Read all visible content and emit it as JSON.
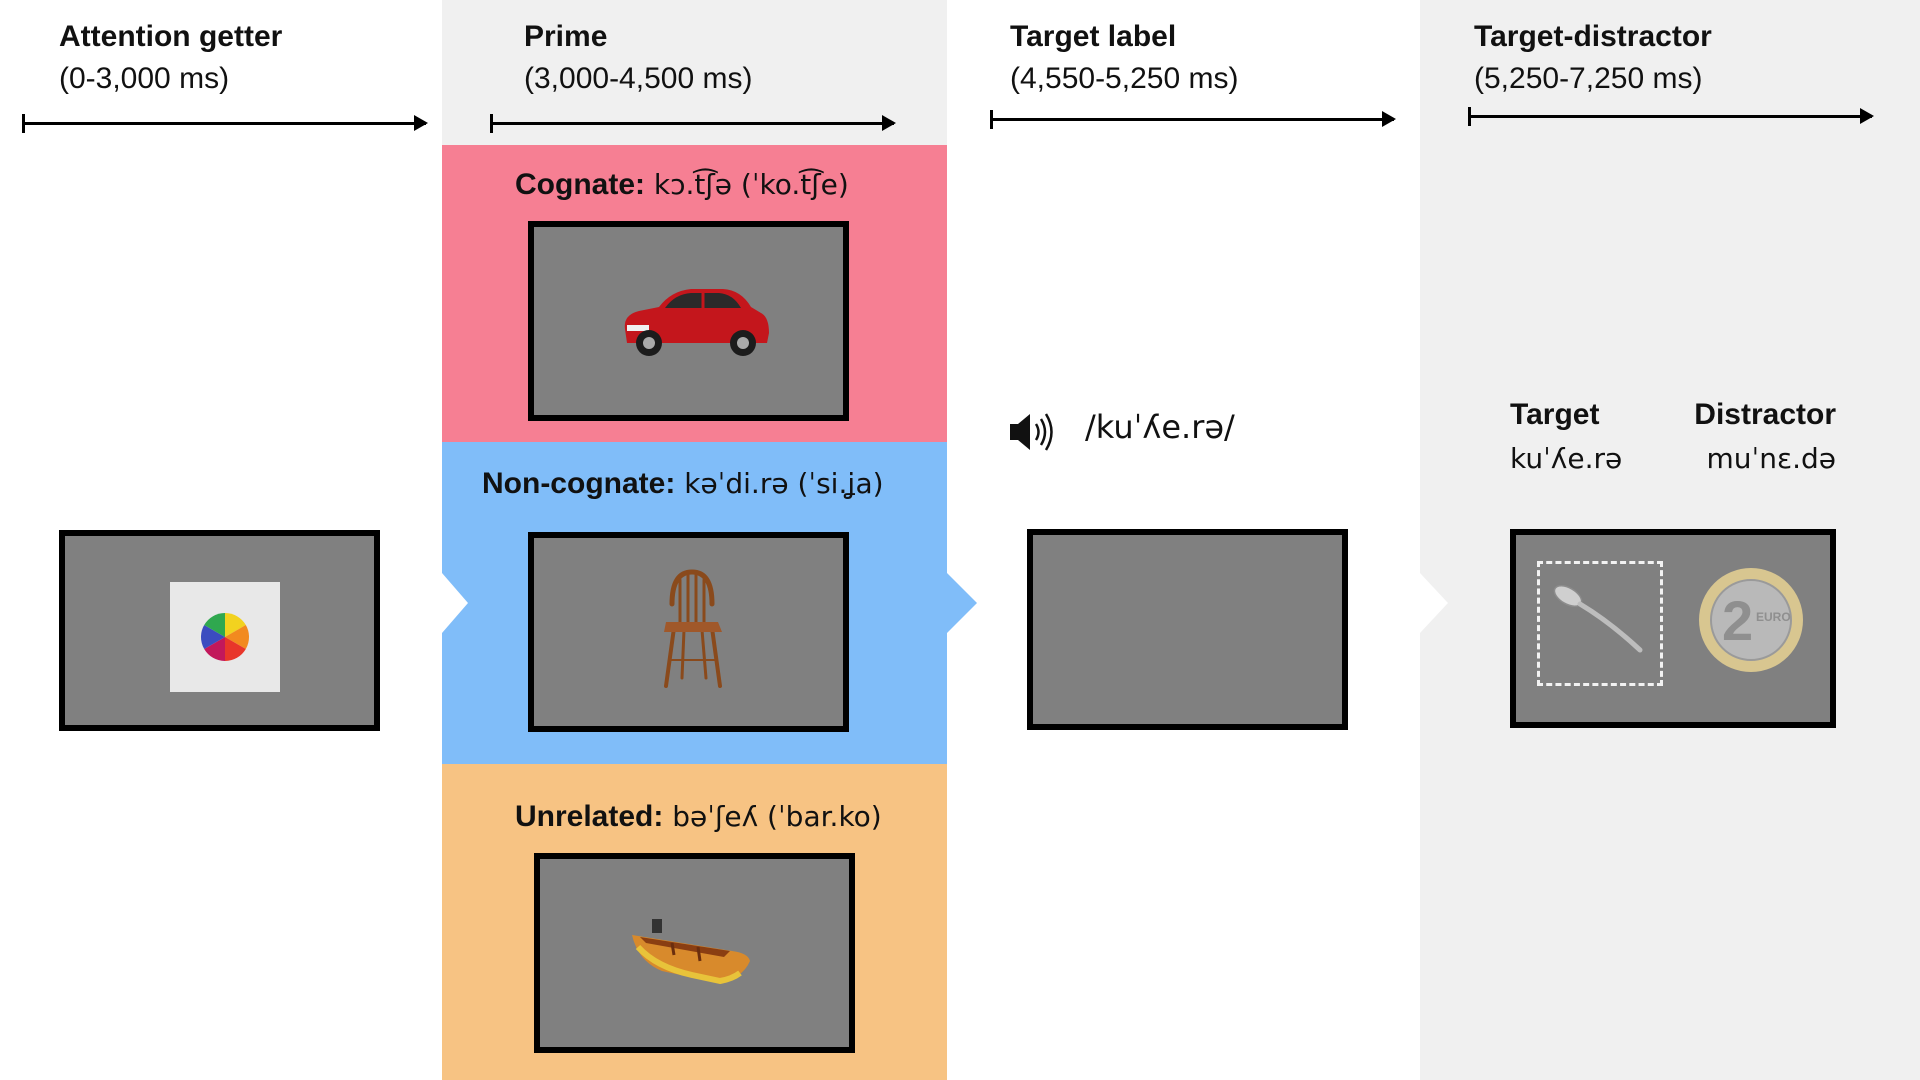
{
  "phases": [
    {
      "title": "Attention getter",
      "time": "(0-3,000 ms)"
    },
    {
      "title": "Prime",
      "time": "(3,000-4,500 ms)"
    },
    {
      "title": "Target label",
      "time": "(4,550-5,250 ms)"
    },
    {
      "title": "Target-distractor",
      "time": "(5,250-7,250 ms)"
    }
  ],
  "conditions": [
    {
      "name": "Cognate:",
      "ipa": " kɔ.t͡ʃə (ˈko.t͡ʃe)",
      "picture": "car",
      "color": "#f67f93"
    },
    {
      "name": "Non-cognate:",
      "ipa": " kəˈdi.rə (ˈsi.ʝa)",
      "picture": "chair",
      "color": "#80bdf9"
    },
    {
      "name": "Unrelated:",
      "ipa": " bəˈʃeʎ (ˈbar.ko)",
      "picture": "boat",
      "color": "#f7c383"
    }
  ],
  "target_label": {
    "audio_icon": "speaker-icon",
    "word": "/kuˈʎe.rə/"
  },
  "target_distractor": {
    "target_heading": "Target",
    "target_word": "kuˈʎe.rə",
    "target_picture": "spoon",
    "distractor_heading": "Distractor",
    "distractor_word": "muˈnɛ.də",
    "distractor_picture": "2-euro-coin"
  },
  "colors": {
    "shaded_column": "#f0f0f0",
    "screen": "#808080"
  }
}
